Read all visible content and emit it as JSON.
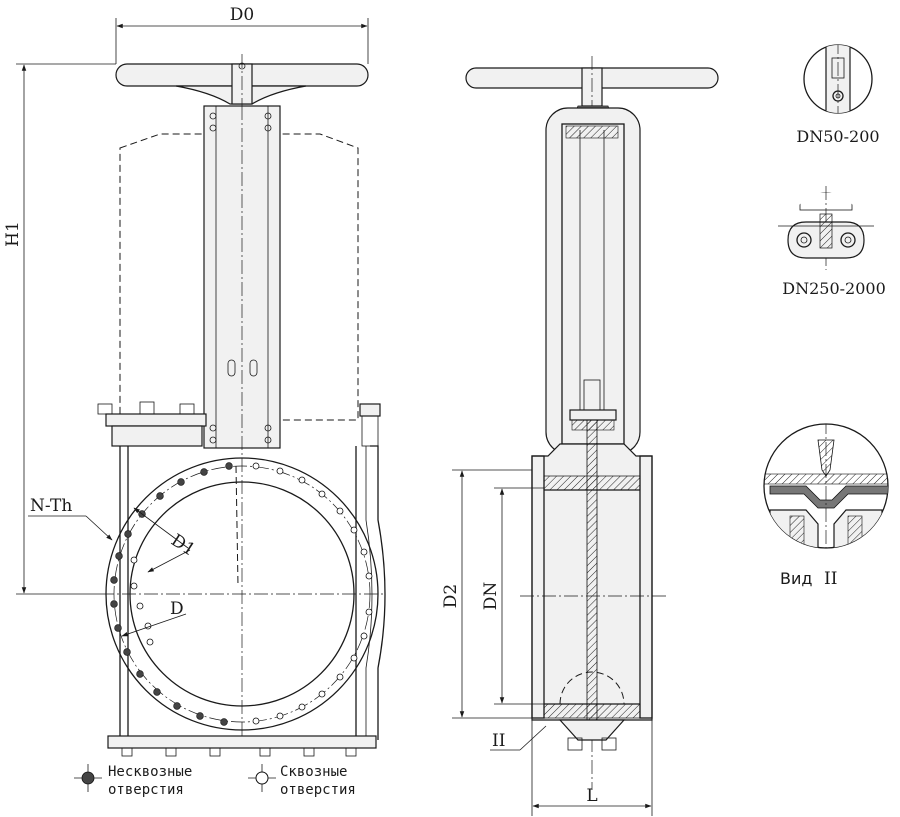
{
  "dimensions": {
    "d0": "D0",
    "h1": "H1",
    "n_th": "N-Th",
    "d1": "D1",
    "d": "D",
    "d2": "D2",
    "dn": "DN",
    "l": "L",
    "view_ref": "II"
  },
  "details": {
    "small_range": "DN50-200",
    "large_range": "DN250-2000",
    "view_title": "Вид",
    "view_numeral": "II"
  },
  "legend": {
    "blind_line1": "Несквозные",
    "blind_line2": "отверстия",
    "through_line1": "Сквозные",
    "through_line2": "отверстия"
  }
}
